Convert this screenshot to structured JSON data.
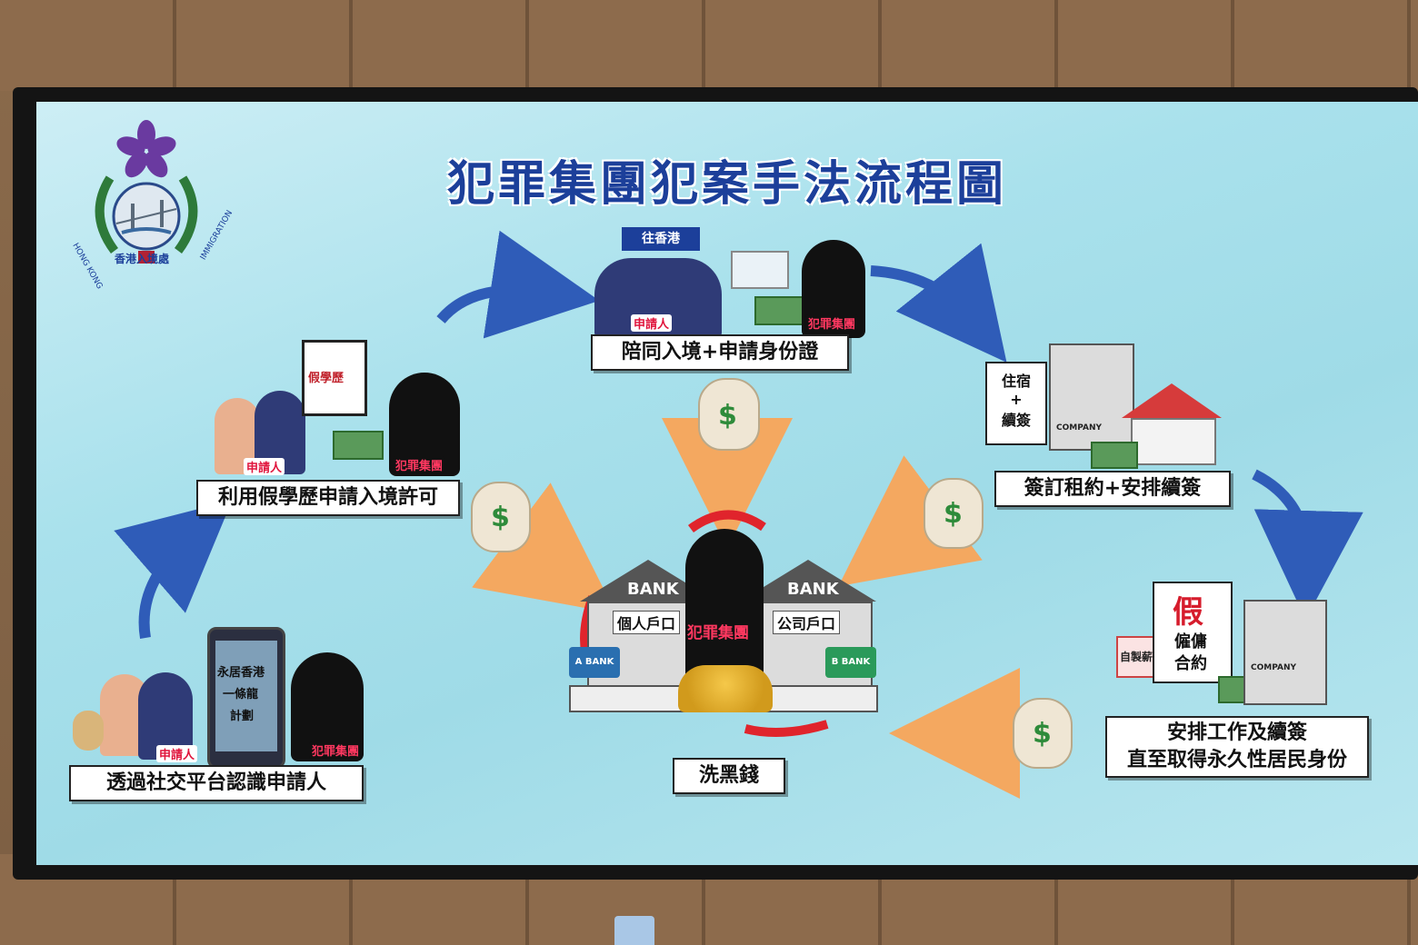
{
  "diagram": {
    "title": "犯罪集團犯案手法流程圖",
    "logo": {
      "text": "香港入境處",
      "arc_left": "HONG KONG",
      "arc_right": "IMMIGRATION"
    },
    "steps": [
      {
        "id": "step-1",
        "label": "透過社交平台認識申請人"
      },
      {
        "id": "step-2",
        "label": "利用假學歷申請入境許可"
      },
      {
        "id": "step-3",
        "label": "陪同入境+申請身份證"
      },
      {
        "id": "step-4",
        "label": "簽訂租約+安排續簽"
      },
      {
        "id": "step-5",
        "label_line1": "安排工作及續簽",
        "label_line2": "直至取得永久性居民身份"
      },
      {
        "id": "center",
        "label": "洗黑錢"
      }
    ],
    "tags": {
      "applicant": "申請人",
      "syndicate": "犯罪集團"
    },
    "phone_text": [
      "永居香港",
      "一條龍",
      "計劃"
    ],
    "fake_cert": "假學歷",
    "to_hk_sign": "往香港",
    "housing_sign": [
      "住宿",
      "+",
      "續簽"
    ],
    "company": "COMPANY",
    "fake_contract": {
      "big": "假",
      "line1": "僱傭",
      "line2": "合約"
    },
    "self_salary": "自製薪金",
    "bank": {
      "left_sign": "BANK",
      "right_sign": "BANK",
      "left_account": "個人戶口",
      "right_account": "公司戶口",
      "center_label": "犯罪集團",
      "card_a": "A BANK",
      "card_b": "B BANK"
    },
    "money_symbol": "$"
  },
  "colors": {
    "title": "#1c3f9a",
    "flow_arrow": "#2f5cb8",
    "money_arrow": "#f4a860",
    "red_arrow": "#e0242c",
    "screen_bg": "#a9e1ec"
  }
}
